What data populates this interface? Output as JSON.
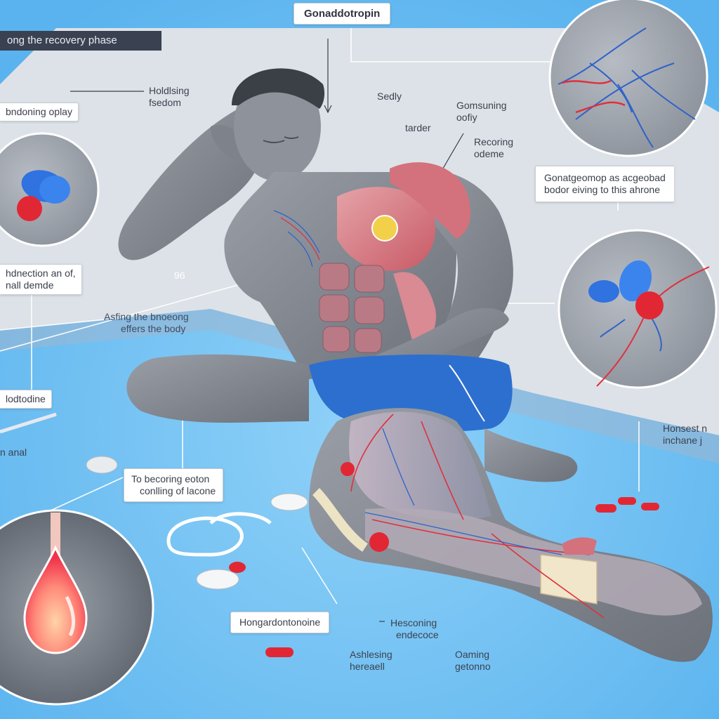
{
  "title": "Gonaddotropin",
  "banner": "ong the recovery phase",
  "labels": {
    "holding": [
      "Holdlsing",
      "fsedom"
    ],
    "ordering": "bndoning oplay",
    "reduction": [
      "hdnection an of,",
      "nall  demde"
    ],
    "asking": [
      "Asfing the bnoeong",
      "effers the body"
    ],
    "num": "96",
    "hydro": "lodtodine",
    "anal": "n anal",
    "recovering": [
      "To becoring eoton",
      "conlling of lacone"
    ],
    "hong": "Hongardontonoine",
    "hesconing": [
      "Hesconing",
      "endecoce"
    ],
    "achieving": [
      "Ashlesing",
      "hereaell"
    ],
    "gaming": [
      "Oaming",
      "getonno"
    ],
    "sedly": "Sedly",
    "tander": "tarder",
    "gomsuming": [
      "Gomsuning",
      "oofiy"
    ],
    "recoring": [
      "Recoring",
      "odeme"
    ],
    "gonat": [
      "Gonatgeomop as acgeobad",
      "bodor eiving to this ahrone"
    ],
    "honsest": [
      "Honsest n",
      "inchane j"
    ]
  },
  "colors": {
    "floor": "#7ec9f5",
    "backdrop": "#dde2e8",
    "muscle": "#d3727c",
    "vein_blue": "#2f63c9",
    "vein_red": "#e0303c",
    "shorts": "#2d6fcf",
    "pill_red": "#e22734",
    "pill_blue": "#2f72e0"
  }
}
